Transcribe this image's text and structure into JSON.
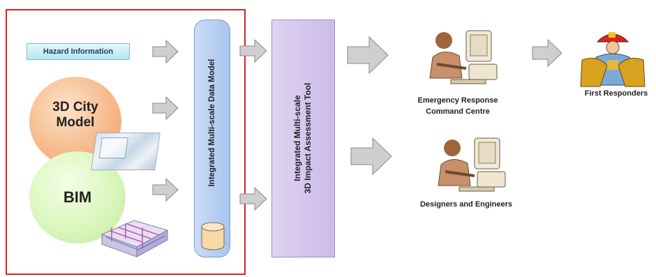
{
  "inputs": {
    "hazard_label": "Hazard Information",
    "city_model_label": "3D City Model",
    "bim_label": "BIM"
  },
  "data_model": {
    "label": "Integrated Multi-scale  Data Model"
  },
  "impact_tool": {
    "line1": "Integrated Multi-scale",
    "line2": "3D Impact Assessment Tool"
  },
  "outputs": {
    "ercc_line1": "Emergency Response",
    "ercc_line2": "Command Centre",
    "first_responders": "First Responders",
    "designers": "Designers and Engineers"
  },
  "colors": {
    "frame": "#e0201f",
    "hazard_box": "#c9ecf5",
    "city_circle": "#f5b787",
    "bim_circle": "#d8f5b9",
    "data_model_bar": "#b8d0f2",
    "impact_tool_bar": "#d5c8ee",
    "arrow": "#c8c8c8"
  },
  "icons": [
    "database-icon",
    "city-model-image",
    "building-model-image",
    "operator-computer-icon",
    "firefighter-icon",
    "arrow-icon"
  ]
}
